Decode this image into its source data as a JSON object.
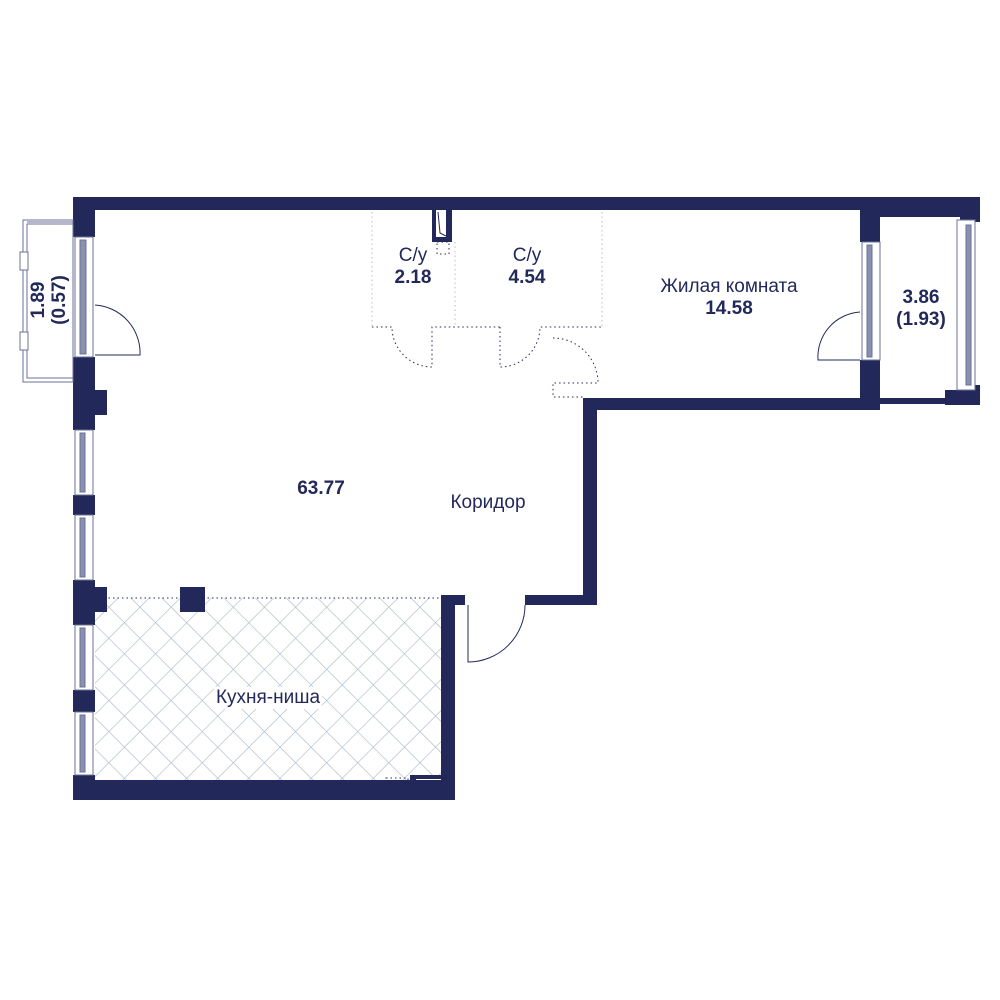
{
  "colors": {
    "wall": "#22295a",
    "hatch": "#a9b8c8",
    "partition": "#b8bcc8"
  },
  "rooms": {
    "main": {
      "area": "63.77"
    },
    "corridor": {
      "name": "Коридор"
    },
    "kitchen": {
      "name": "Кухня-ниша"
    },
    "wc1": {
      "name": "С/у",
      "area": "2.18"
    },
    "wc2": {
      "name": "С/у",
      "area": "4.54"
    },
    "living": {
      "name": "Жилая комната",
      "area": "14.58"
    },
    "balcony_left": {
      "area": "1.89",
      "reduced": "(0.57)"
    },
    "balcony_right": {
      "area": "3.86",
      "reduced": "(1.93)"
    }
  }
}
